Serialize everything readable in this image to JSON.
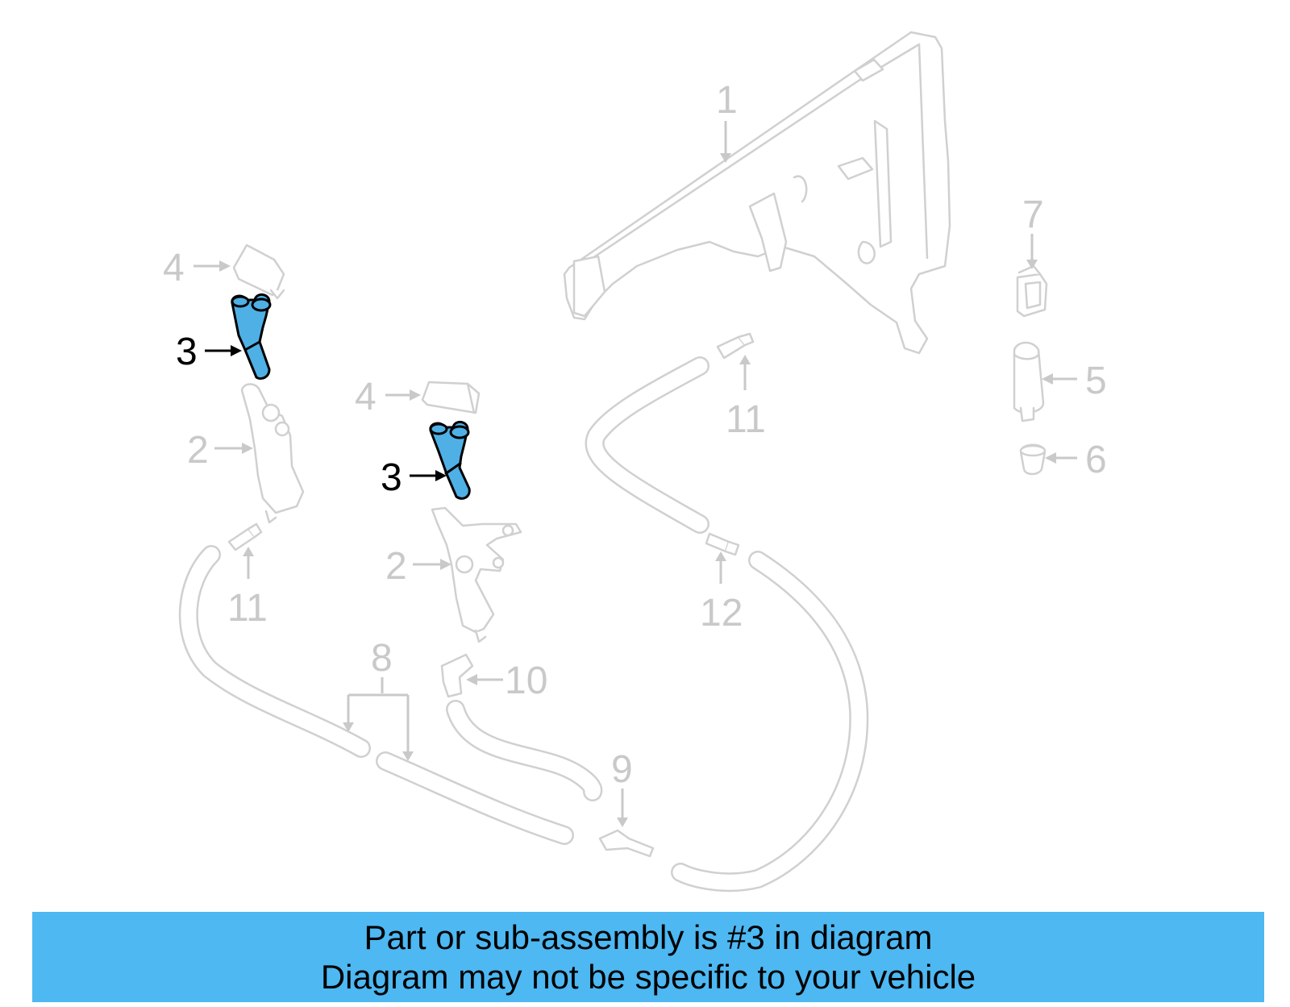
{
  "colors": {
    "highlight": "#4fb0e6",
    "banner": "#4db8f2",
    "line_gray": "#d0d0d0",
    "label_gray": "#c9c9c9"
  },
  "callouts": {
    "c1": "1",
    "c2a": "2",
    "c2b": "2",
    "c3a": "3",
    "c3b": "3",
    "c4a": "4",
    "c4b": "4",
    "c5": "5",
    "c6": "6",
    "c7": "7",
    "c8": "8",
    "c9": "9",
    "c10": "10",
    "c11a": "11",
    "c11b": "11",
    "c12": "12"
  },
  "highlighted_part": "3",
  "banner": {
    "line1": "Part or sub-assembly is #3 in diagram",
    "line2": "Diagram may not be specific to your vehicle"
  }
}
